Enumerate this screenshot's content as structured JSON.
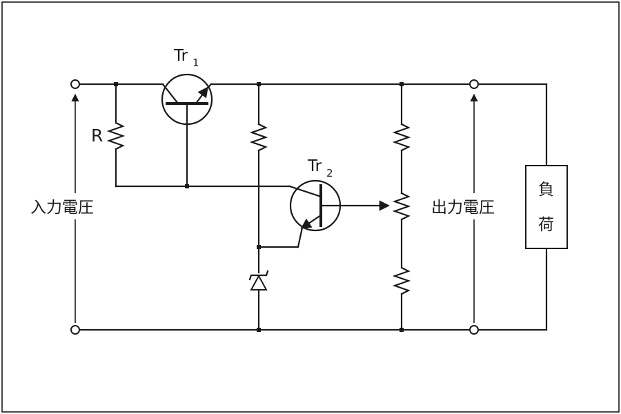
{
  "labels": {
    "tr1": "Tr",
    "tr1_sub": "1",
    "tr2": "Tr",
    "tr2_sub": "2",
    "resistor_r": "R",
    "input_voltage": "入力電圧",
    "output_voltage": "出力電圧",
    "load_char_1": "負",
    "load_char_2": "荷"
  }
}
